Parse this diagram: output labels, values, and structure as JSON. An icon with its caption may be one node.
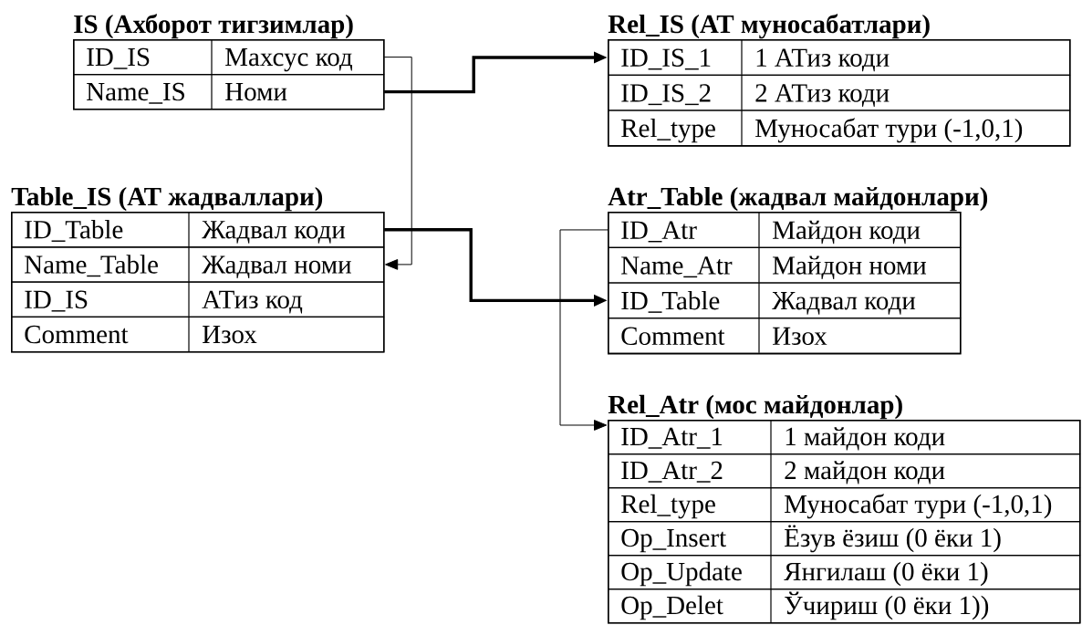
{
  "diagram": {
    "nodes": [
      {
        "text": [
          "IS (Ахборот тигзимлар)"
        ]
      },
      {
        "text": [
          "ID_IS",
          "Махсус код"
        ],
        "in": 0
      },
      {
        "text": [
          "Name_IS",
          "Номи"
        ],
        "in": 0
      },
      {
        "text": [
          "Table_IS (АТ жадваллари)"
        ]
      },
      {
        "text": [
          "ID_Table",
          "Жадвал коди"
        ],
        "in": 3
      },
      {
        "text": [
          "Name_Table",
          "Жадвал номи"
        ],
        "in": 3
      },
      {
        "text": [
          "ID_IS",
          "АТиз код"
        ],
        "in": 3
      },
      {
        "text": [
          "Comment",
          "Изох"
        ],
        "in": 3
      },
      {
        "text": [
          "Rel_IS (АТ муносабатлари)"
        ]
      },
      {
        "text": [
          "ID_IS_1",
          "1 АТиз коди"
        ],
        "in": 8
      },
      {
        "text": [
          "ID_IS_2",
          "2 АТиз коди"
        ],
        "in": 8
      },
      {
        "text": [
          "Rel_type",
          "Муносабат тури (-1,0,1)"
        ],
        "in": 8
      },
      {
        "text": [
          "Atr_Table (жадвал майдонлари)"
        ]
      },
      {
        "text": [
          "ID_Atr",
          "Майдон коди"
        ],
        "in": 12
      },
      {
        "text": [
          "Name_Atr",
          "Майдон номи"
        ],
        "in": 12
      },
      {
        "text": [
          "ID_Table",
          "Жадвал коди"
        ],
        "in": 12
      },
      {
        "text": [
          "Comment",
          "Изох"
        ],
        "in": 12
      },
      {
        "text": [
          "Rel_Atr (мос майдонлар)"
        ]
      },
      {
        "text": [
          "ID_Atr_1",
          "1 майдон коди"
        ],
        "in": 17
      },
      {
        "text": [
          "ID_Atr_2",
          "2 майдон коди"
        ],
        "in": 17
      },
      {
        "text": [
          "Rel_type",
          "Муносабат тури (-1,0,1)"
        ],
        "in": 17
      },
      {
        "text": [
          "Op_Insert",
          "Ёзув ёзиш (0 ёки 1)"
        ],
        "in": 17
      },
      {
        "text": [
          "Op_Update",
          "Янгилаш (0 ёки 1)"
        ],
        "in": 17
      },
      {
        "text": [
          "Op_Delet",
          "Ўчириш (0 ёки 1))"
        ],
        "in": 17
      }
    ],
    "edges": [
      {
        "from": 1,
        "to": 5,
        "arrow": "to"
      },
      {
        "from": 2,
        "to": 9,
        "arrow": "to",
        "style": "thick"
      },
      {
        "from": 4,
        "to": 15,
        "arrow": "to",
        "style": "thick"
      },
      {
        "from": 13,
        "to": 18,
        "arrow": "to"
      }
    ]
  }
}
